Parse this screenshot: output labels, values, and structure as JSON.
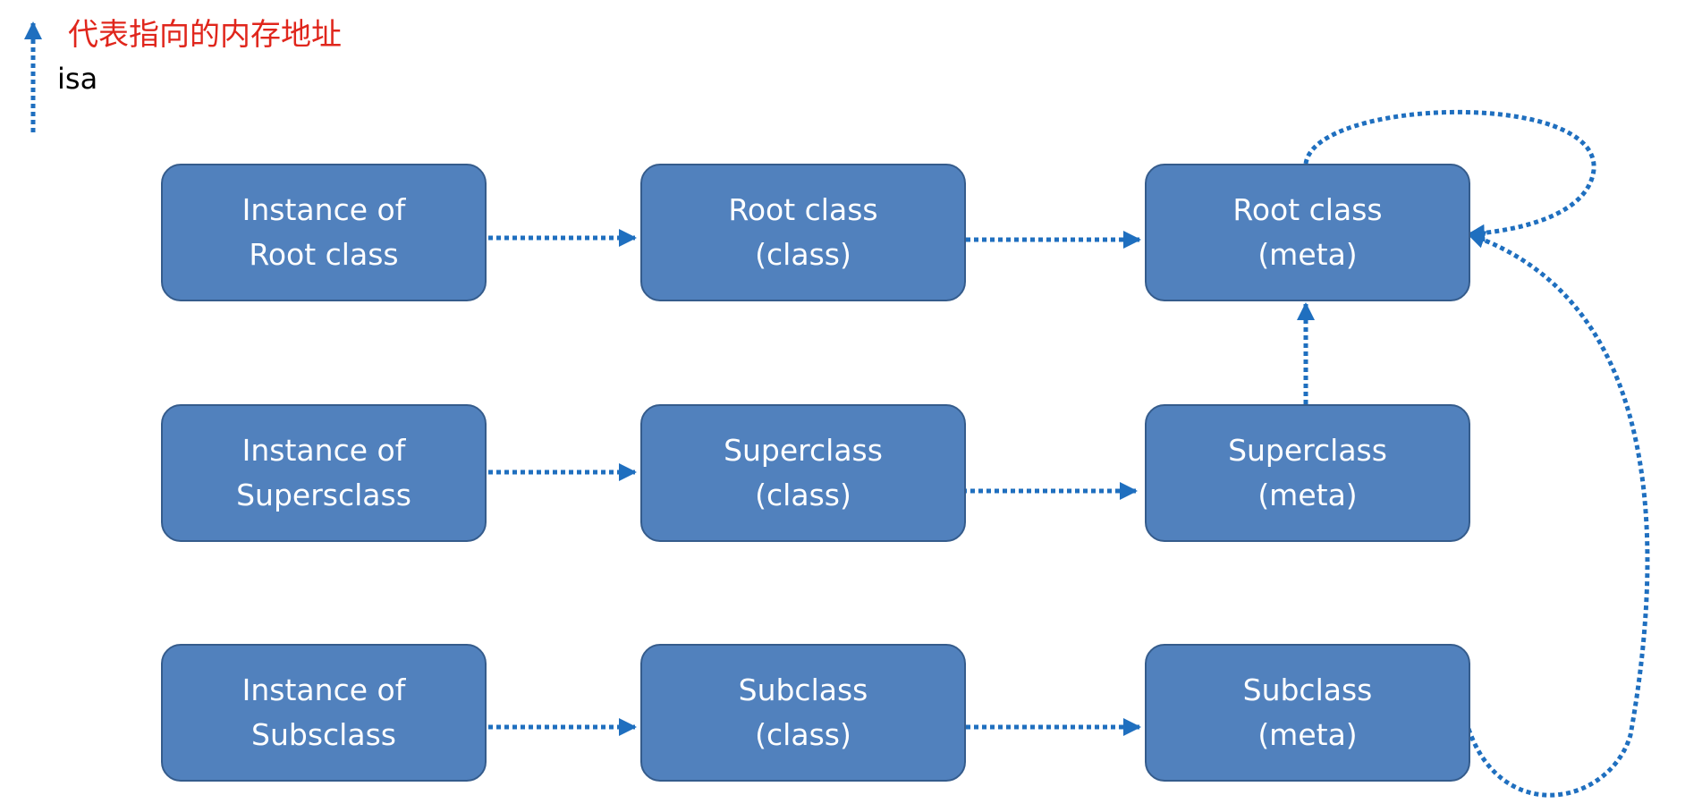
{
  "legend": {
    "title": "代表指向的内存地址",
    "label": "isa"
  },
  "colors": {
    "box_fill": "#5181bd",
    "box_border": "#355c8c",
    "arrow": "#1f6fbf",
    "legend_title": "#e0261c"
  },
  "nodes": {
    "instance_root": {
      "line1": "Instance of",
      "line2": "Root class"
    },
    "root_class": {
      "line1": "Root class",
      "line2": "(class)"
    },
    "root_meta": {
      "line1": "Root class",
      "line2": "(meta)"
    },
    "instance_super": {
      "line1": "Instance of",
      "line2": "Supersclass"
    },
    "super_class": {
      "line1": "Superclass",
      "line2": "(class)"
    },
    "super_meta": {
      "line1": "Superclass",
      "line2": "(meta)"
    },
    "instance_sub": {
      "line1": "Instance of",
      "line2": "Subsclass"
    },
    "sub_class": {
      "line1": "Subclass",
      "line2": "(class)"
    },
    "sub_meta": {
      "line1": "Subclass",
      "line2": "(meta)"
    }
  }
}
